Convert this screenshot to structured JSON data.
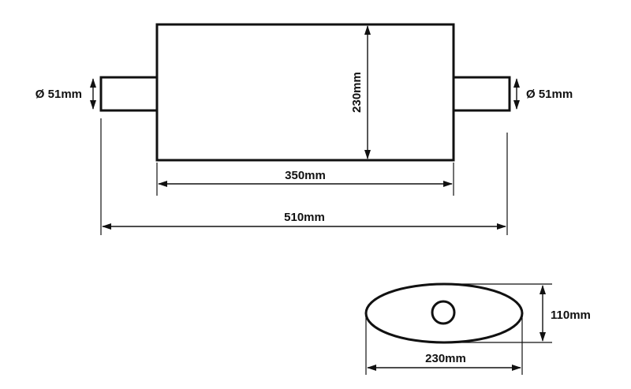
{
  "diagram": {
    "colors": {
      "line": "#111111",
      "background": "#ffffff"
    },
    "labels": {
      "pipe_left_diameter": "Ø 51mm",
      "pipe_right_diameter": "Ø 51mm",
      "body_height": "230mm",
      "body_length": "350mm",
      "overall_length": "510mm",
      "oval_height": "110mm",
      "oval_width": "230mm"
    }
  }
}
